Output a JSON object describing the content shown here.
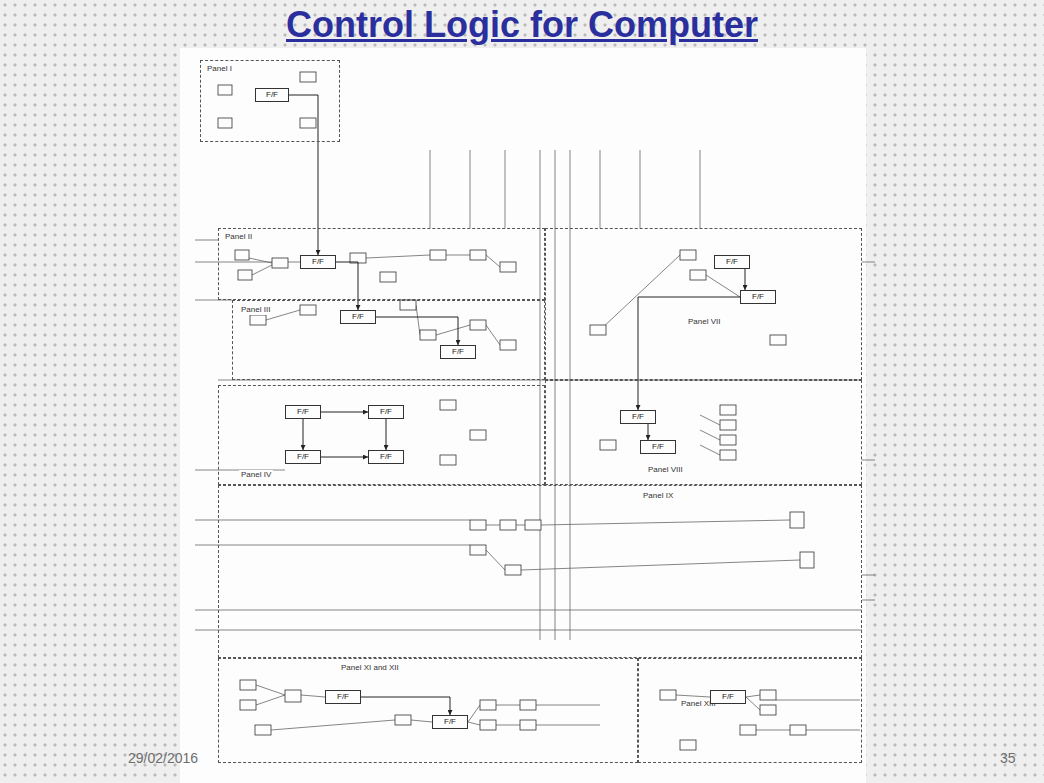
{
  "diagram": {
    "title": "Control Logic for Computer",
    "nodes": [
      {
        "text": [
          "Panel I"
        ]
      },
      {
        "text": [
          "F/F"
        ],
        "in": 0
      },
      {
        "text": [
          "Panel II"
        ]
      },
      {
        "text": [
          "F/F"
        ],
        "in": 2
      },
      {
        "text": [
          "Panel III"
        ]
      },
      {
        "text": [
          "F/F"
        ],
        "in": 4
      },
      {
        "text": [
          "F/F"
        ],
        "in": 4
      },
      {
        "text": [
          "Panel IV"
        ]
      },
      {
        "text": [
          "F/F"
        ],
        "in": 7
      },
      {
        "text": [
          "F/F"
        ],
        "in": 7
      },
      {
        "text": [
          "F/F"
        ],
        "in": 7
      },
      {
        "text": [
          "F/F"
        ],
        "in": 7
      },
      {
        "text": [
          "Panel VII"
        ]
      },
      {
        "text": [
          "F/F"
        ],
        "in": 12
      },
      {
        "text": [
          "F/F"
        ],
        "in": 12
      },
      {
        "text": [
          "Panel VIII"
        ]
      },
      {
        "text": [
          "F/F"
        ],
        "in": 15
      },
      {
        "text": [
          "F/F"
        ],
        "in": 15
      },
      {
        "text": [
          "Panel IX"
        ]
      },
      {
        "text": [
          "Panel XI and XII"
        ]
      },
      {
        "text": [
          "F/F"
        ],
        "in": 19
      },
      {
        "text": [
          "F/F"
        ],
        "in": 19
      },
      {
        "text": [
          "Panel XIII"
        ]
      },
      {
        "text": [
          "F/F"
        ],
        "in": 22
      }
    ],
    "edges": [
      {
        "from": 1,
        "to": 3,
        "arrow": "to"
      },
      {
        "from": 3,
        "to": 5,
        "arrow": "to"
      },
      {
        "from": 5,
        "to": 6,
        "arrow": "to"
      },
      {
        "from": 8,
        "to": 9,
        "arrow": "to"
      },
      {
        "from": 8,
        "to": 10,
        "arrow": "to"
      },
      {
        "from": 9,
        "to": 11,
        "arrow": "to"
      },
      {
        "from": 10,
        "to": 11,
        "arrow": "to"
      },
      {
        "from": 13,
        "to": 14,
        "arrow": "to"
      },
      {
        "from": 14,
        "to": 16,
        "arrow": "to"
      },
      {
        "from": 16,
        "to": 17,
        "arrow": "to"
      },
      {
        "from": 20,
        "to": 21,
        "arrow": "to"
      }
    ],
    "labels": [
      "29/02/2016",
      "35"
    ]
  }
}
